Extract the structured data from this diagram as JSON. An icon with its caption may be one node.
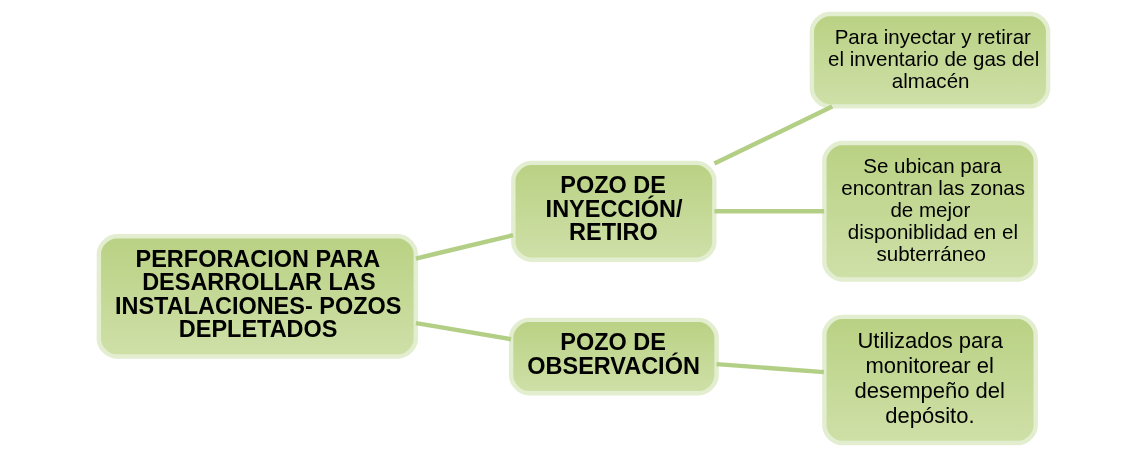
{
  "diagram": {
    "nodes": [
      {
        "text": [
          "PERFORACION PARA DESARROLLAR LAS INSTALACIONES- POZOS DEPLETADOS"
        ]
      },
      {
        "text": [
          "POZO DE INYECCIÓN/ RETIRO"
        ]
      },
      {
        "text": [
          "Para inyectar y retirar el inventario de gas del almacén"
        ]
      },
      {
        "text": [
          "Se ubican para encontran las zonas de mejor disponiblidad en el subterráneo"
        ]
      },
      {
        "text": [
          "POZO DE OBSERVACIÓN"
        ]
      },
      {
        "text": [
          "Utilizados para monitorear el desempeño del depósito."
        ]
      }
    ],
    "edges": [
      {
        "from": 0,
        "to": 1,
        "arrow": "none"
      },
      {
        "from": 0,
        "to": 4,
        "arrow": "none"
      },
      {
        "from": 1,
        "to": 2,
        "arrow": "none"
      },
      {
        "from": 1,
        "to": 3,
        "arrow": "none"
      },
      {
        "from": 4,
        "to": 5,
        "arrow": "none"
      }
    ]
  }
}
